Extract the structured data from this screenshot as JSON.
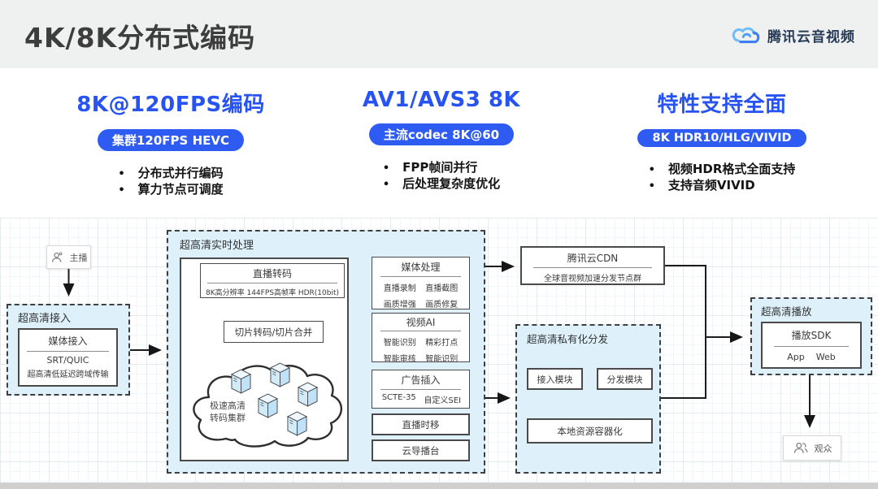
{
  "header": {
    "title": "4K/8K分布式编码",
    "logo_text": "腾讯云音视频"
  },
  "features": [
    {
      "title": "8K@120FPS编码",
      "badge": "集群120FPS HEVC",
      "bullets": [
        "分布式并行编码",
        "算力节点可调度"
      ]
    },
    {
      "title": "AV1/AVS3 8K",
      "badge": "主流codec 8K@60",
      "bullets": [
        "FPP帧间并行",
        "后处理复杂度优化"
      ]
    },
    {
      "title": "特性支持全面",
      "badge": "8K HDR10/HLG/VIVID",
      "bullets": [
        "视频HDR格式全面支持",
        "支持音频VIVID"
      ]
    }
  ],
  "diagram": {
    "anchor": "主播",
    "audience": "观众",
    "ingest": {
      "label": "超高清接入",
      "title": "媒体接入",
      "line1": "SRT/QUIC",
      "line2": "超高清低延迟跨域传输"
    },
    "processing": {
      "label": "超高清实时处理",
      "transcode_title": "直播转码",
      "transcode_specs": "8K高分辨率 144FPS高帧率 HDR(10bit)",
      "slice": "切片转码/切片合并",
      "cluster": [
        "极速高清",
        "转码集群"
      ],
      "media": {
        "title": "媒体处理",
        "items": [
          "直播录制",
          "直播截图",
          "画质增强",
          "画质修复"
        ]
      },
      "ai": {
        "title": "视频AI",
        "items": [
          "智能识别",
          "精彩打点",
          "智能审核",
          "智能识别"
        ]
      },
      "ad": {
        "title": "广告插入",
        "items": [
          "SCTE-35",
          "自定义SEI"
        ]
      },
      "timeshift": "直播时移",
      "director": "云导播台"
    },
    "cdn": {
      "title": "腾讯云CDN",
      "subtitle": "全球音视频加速分发节点群"
    },
    "private": {
      "label": "超高清私有化分发",
      "access": "接入模块",
      "dist": "分发模块",
      "container": "本地资源容器化"
    },
    "playback": {
      "label": "超高清播放",
      "title": "播放SDK",
      "platforms": [
        "App",
        "Web"
      ]
    }
  },
  "colors": {
    "accent_blue": "#2653f1",
    "badge_blue": "#2e5cf3",
    "group_fill": "#def1fb"
  }
}
